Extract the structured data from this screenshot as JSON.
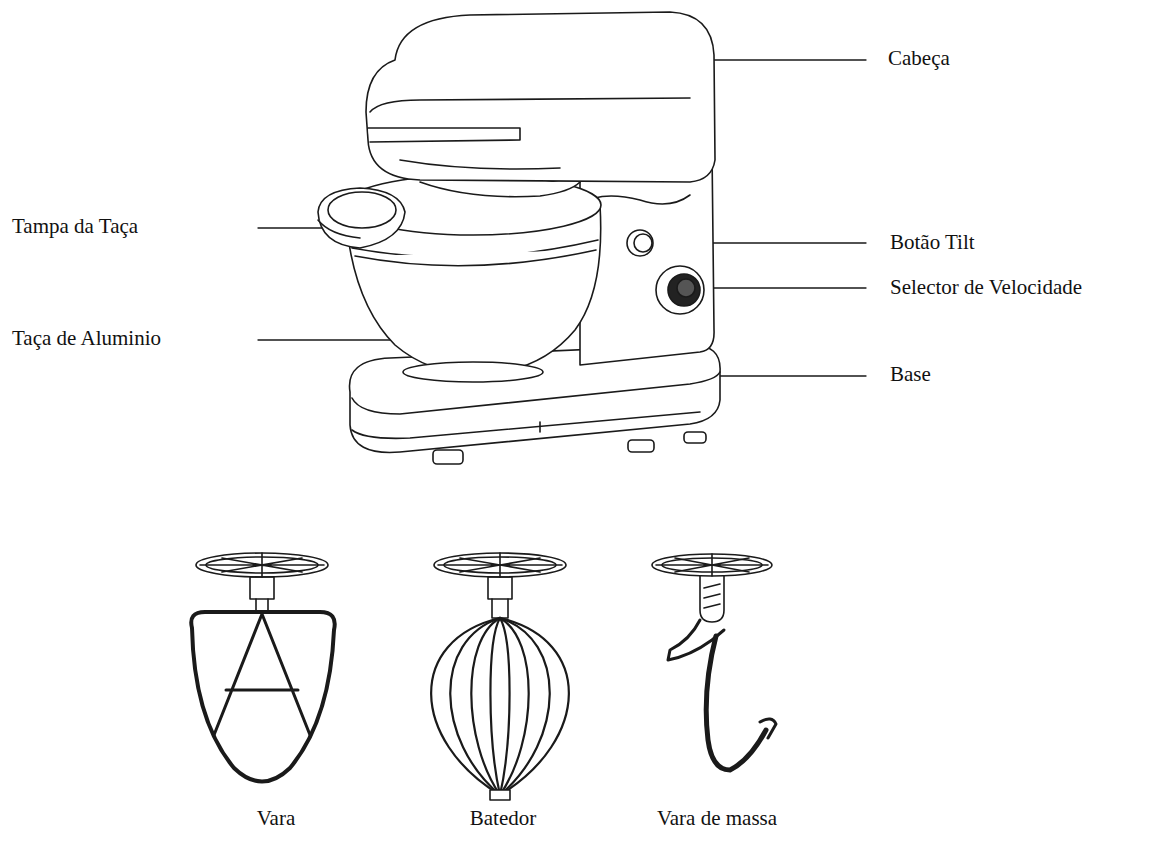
{
  "diagram": {
    "labels": [
      "Cabeça",
      "Tampa da Taça",
      "Botão Tilt",
      "Selector de Velocidade",
      "Taça de Aluminio",
      "Base",
      "Vara",
      "Batedor",
      "Vara de massa"
    ]
  }
}
